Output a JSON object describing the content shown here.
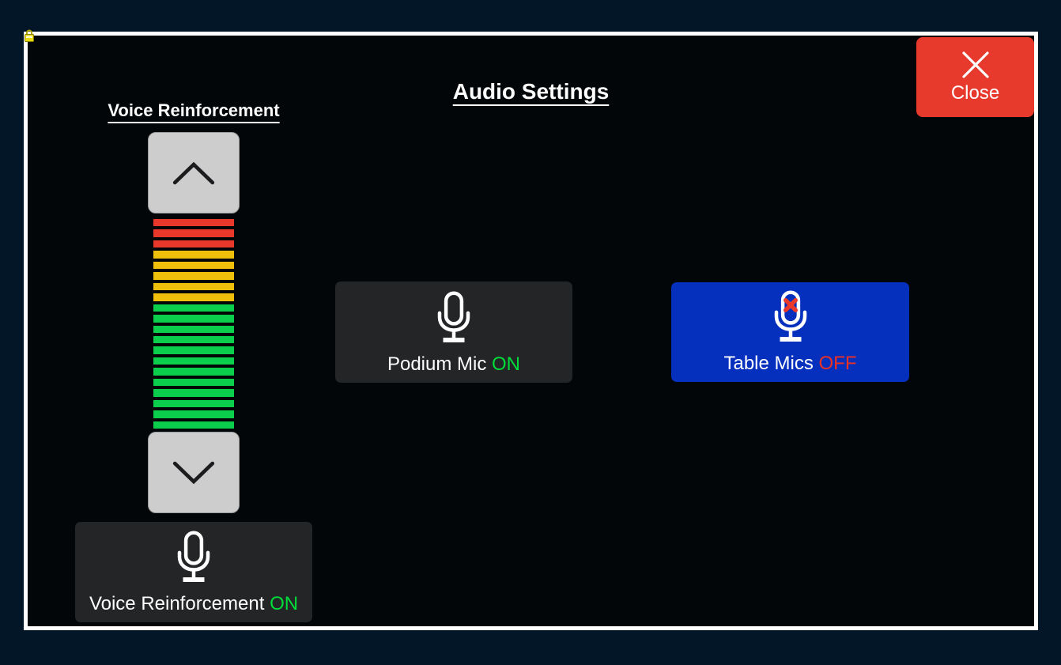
{
  "colors": {
    "outer_bezel": "#021627",
    "panel_bg": "#020608",
    "frame_border": "#ffffff",
    "gray_button": "#cdcdcd",
    "dark_button": "#232527",
    "blue_button": "#0430bd",
    "close_red": "#e8392d",
    "chevron_dark": "#1c1c1e",
    "mic_x_red": "#e8392b",
    "padlock_yellow": "#e8dc10",
    "meter_red": "#e8382c",
    "meter_amber": "#eec00b",
    "meter_green": "#0bcf4c"
  },
  "header": {
    "title": "Audio Settings"
  },
  "close_button": {
    "label": "Close"
  },
  "voice_reinforcement": {
    "section_label": "Voice Reinforcement",
    "meter": {
      "segment_count": 20,
      "segments_top_to_bottom": [
        "red",
        "red",
        "red",
        "amber",
        "amber",
        "amber",
        "amber",
        "amber",
        "green",
        "green",
        "green",
        "green",
        "green",
        "green",
        "green",
        "green",
        "green",
        "green",
        "green",
        "green"
      ]
    },
    "toggle": {
      "label": "Voice Reinforcement",
      "state": "ON",
      "state_color": "#00dd3a"
    }
  },
  "podium_mic": {
    "label": "Podium Mic",
    "state": "ON",
    "state_color": "#00dd3a"
  },
  "table_mics": {
    "label": "Table Mics",
    "state": "OFF",
    "state_color": "#ee3024"
  }
}
